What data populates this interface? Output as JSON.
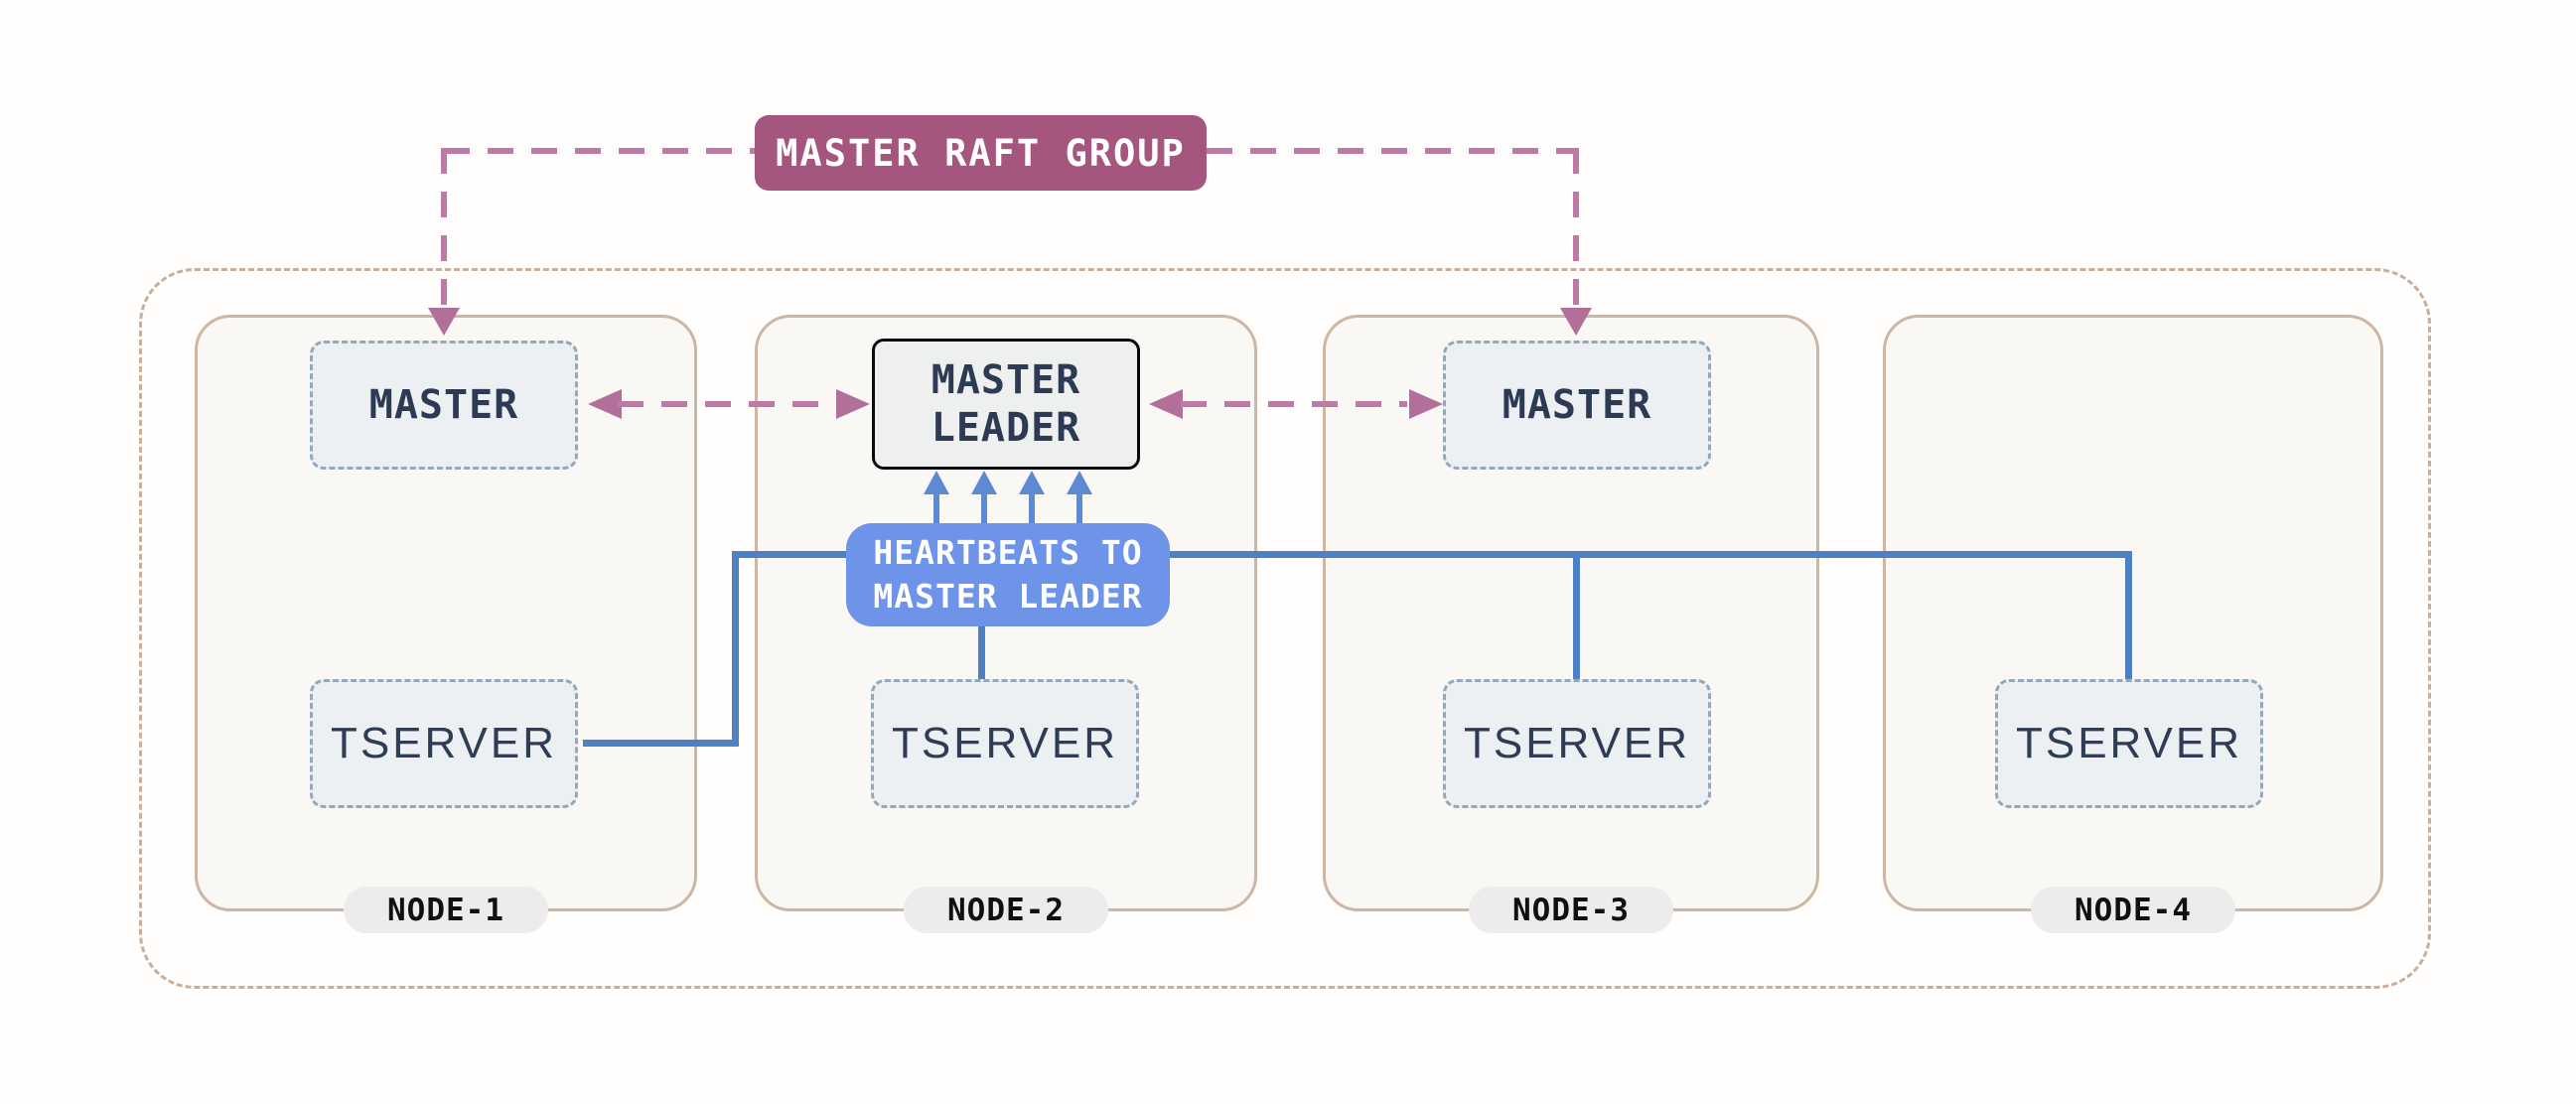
{
  "diagram": {
    "title_box": {
      "label": "MASTER RAFT GROUP"
    },
    "heartbeats_box": {
      "line1": "HEARTBEATS TO",
      "line2": "MASTER LEADER"
    },
    "master_leader": {
      "line1": "MASTER",
      "line2": "LEADER"
    },
    "nodes": [
      {
        "label": "NODE-1",
        "master": "MASTER",
        "tserver": "TSERVER"
      },
      {
        "label": "NODE-2",
        "leader": true,
        "tserver": "TSERVER"
      },
      {
        "label": "NODE-3",
        "master": "MASTER",
        "tserver": "TSERVER"
      },
      {
        "label": "NODE-4",
        "tserver": "TSERVER"
      }
    ],
    "colors": {
      "raft_box_fill": "#a4567e",
      "raft_dash_line": "#bd7aa4",
      "raft_arrowhead": "#b26f9a",
      "heartbeats_fill": "#6d94e8",
      "blue_line": "#4d80c4",
      "blue_arrow": "#5c8bd3",
      "node_border": "#cdb6a4",
      "outer_border": "#c9ae99",
      "component_border": "#94a8bb",
      "component_fill": "#edf0f2",
      "dark_text": "#2c3b53",
      "pill_fill": "#ececec"
    }
  }
}
